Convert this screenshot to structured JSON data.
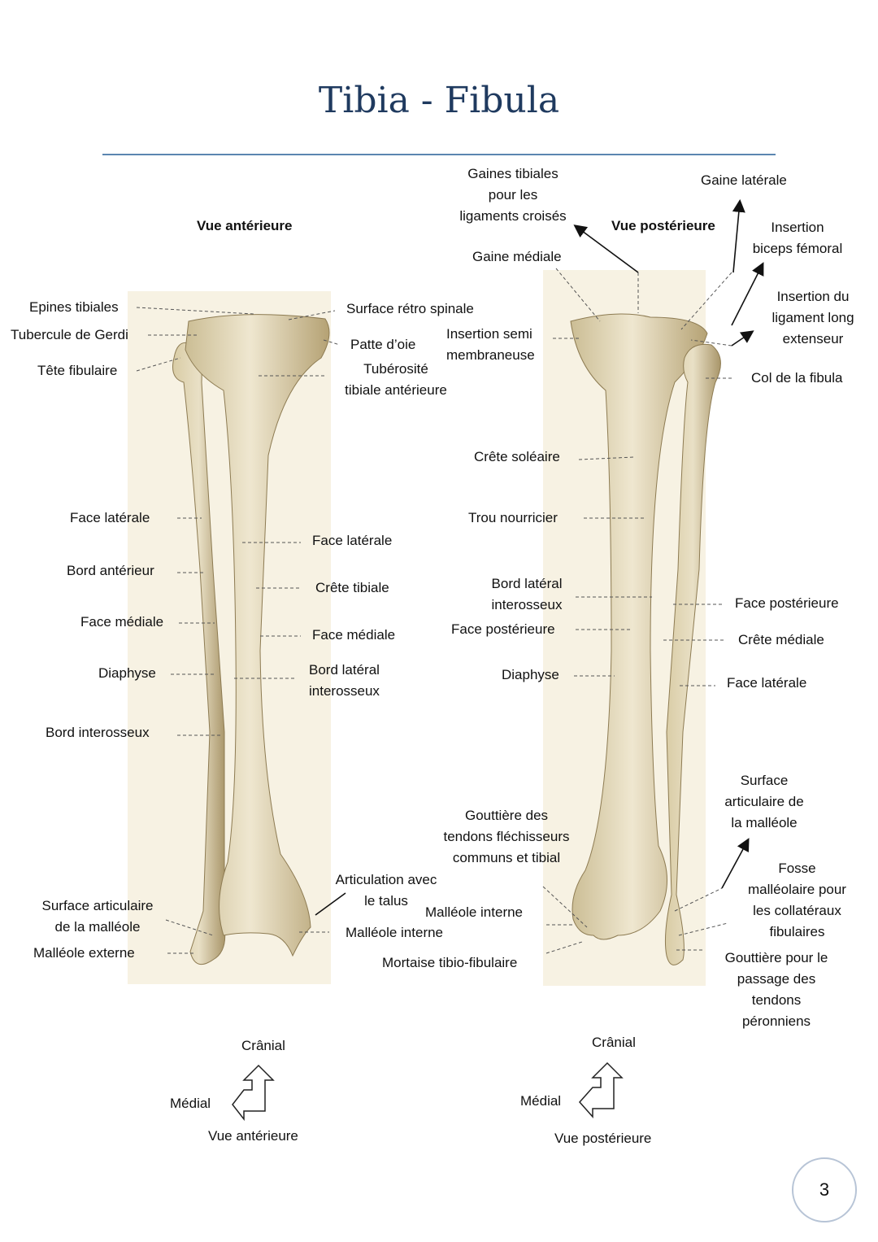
{
  "title": "Tibia - Fibula",
  "colors": {
    "title": "#1f3a5f",
    "rule": "#5b86b0",
    "bone": "#e6dcc0",
    "bone_shadow": "#b8a77c",
    "page_circle": "#b7c4d6"
  },
  "anterior": {
    "heading": "Vue antérieure",
    "labels": {
      "epines_tibiales": "Epines tibiales",
      "tubercule_gerdi": "Tubercule de Gerdi",
      "tete_fibulaire": "Tête fibulaire",
      "surface_retro_spinale": "Surface rétro spinale",
      "patte_oie": "Patte d’oie",
      "tuberosite_1": "Tubérosité",
      "tuberosite_2": "tibiale antérieure",
      "fib_face_laterale": "Face latérale",
      "fib_bord_anterieur": "Bord antérieur",
      "fib_face_mediale": "Face médiale",
      "fib_diaphyse": "Diaphyse",
      "fib_bord_interosseux": "Bord interosseux",
      "tib_face_laterale": "Face latérale",
      "tib_crete_tibiale": "Crête tibiale",
      "tib_face_mediale": "Face médiale",
      "tib_bord_lateral_1": "Bord latéral",
      "tib_bord_lateral_2": "interosseux",
      "articulation_1": "Articulation avec",
      "articulation_2": "le talus",
      "malleole_interne": "Malléole interne",
      "surface_art_1": "Surface articulaire",
      "surface_art_2": "de la malléole",
      "malleole_externe": "Malléole externe"
    },
    "orientation": {
      "up": "Crânial",
      "left": "Médial",
      "caption": "Vue antérieure"
    }
  },
  "posterior": {
    "heading": "Vue postérieure",
    "labels": {
      "gaines_1": "Gaines tibiales",
      "gaines_2": "pour les",
      "gaines_3": "ligaments croisés",
      "gaine_mediale": "Gaine médiale",
      "gaine_laterale": "Gaine latérale",
      "biceps_1": "Insertion",
      "biceps_2": "biceps fémoral",
      "ligament_1": "Insertion du",
      "ligament_2": "ligament long",
      "ligament_3": "extenseur",
      "semi_1": "Insertion semi",
      "semi_2": "membraneuse",
      "col_fibula": "Col de la fibula",
      "crete_soleaire": "Crête soléaire",
      "trou_nourricier": "Trou nourricier",
      "bord_lateral_1": "Bord latéral",
      "bord_lateral_2": "interosseux",
      "face_posterieure_tib": "Face postérieure",
      "diaphyse": "Diaphyse",
      "fib_face_posterieure": "Face postérieure",
      "fib_crete_mediale": "Crête médiale",
      "fib_face_laterale": "Face latérale",
      "gouttiere_flech_1": "Gouttière des",
      "gouttiere_flech_2": "tendons fléchisseurs",
      "gouttiere_flech_3": "communs et tibial",
      "malleole_interne": "Malléole interne",
      "mortaise": "Mortaise tibio-fibulaire",
      "surf_art_1": "Surface",
      "surf_art_2": "articulaire de",
      "surf_art_3": "la malléole",
      "fosse_1": "Fosse",
      "fosse_2": "malléolaire pour",
      "fosse_3": "les collatéraux",
      "fosse_4": "fibulaires",
      "gouttiere_per_1": "Gouttière pour le",
      "gouttiere_per_2": "passage des",
      "gouttiere_per_3": "tendons",
      "gouttiere_per_4": "péronniens"
    },
    "orientation": {
      "up": "Crânial",
      "left": "Médial",
      "caption": "Vue postérieure"
    }
  },
  "page_number": "3"
}
